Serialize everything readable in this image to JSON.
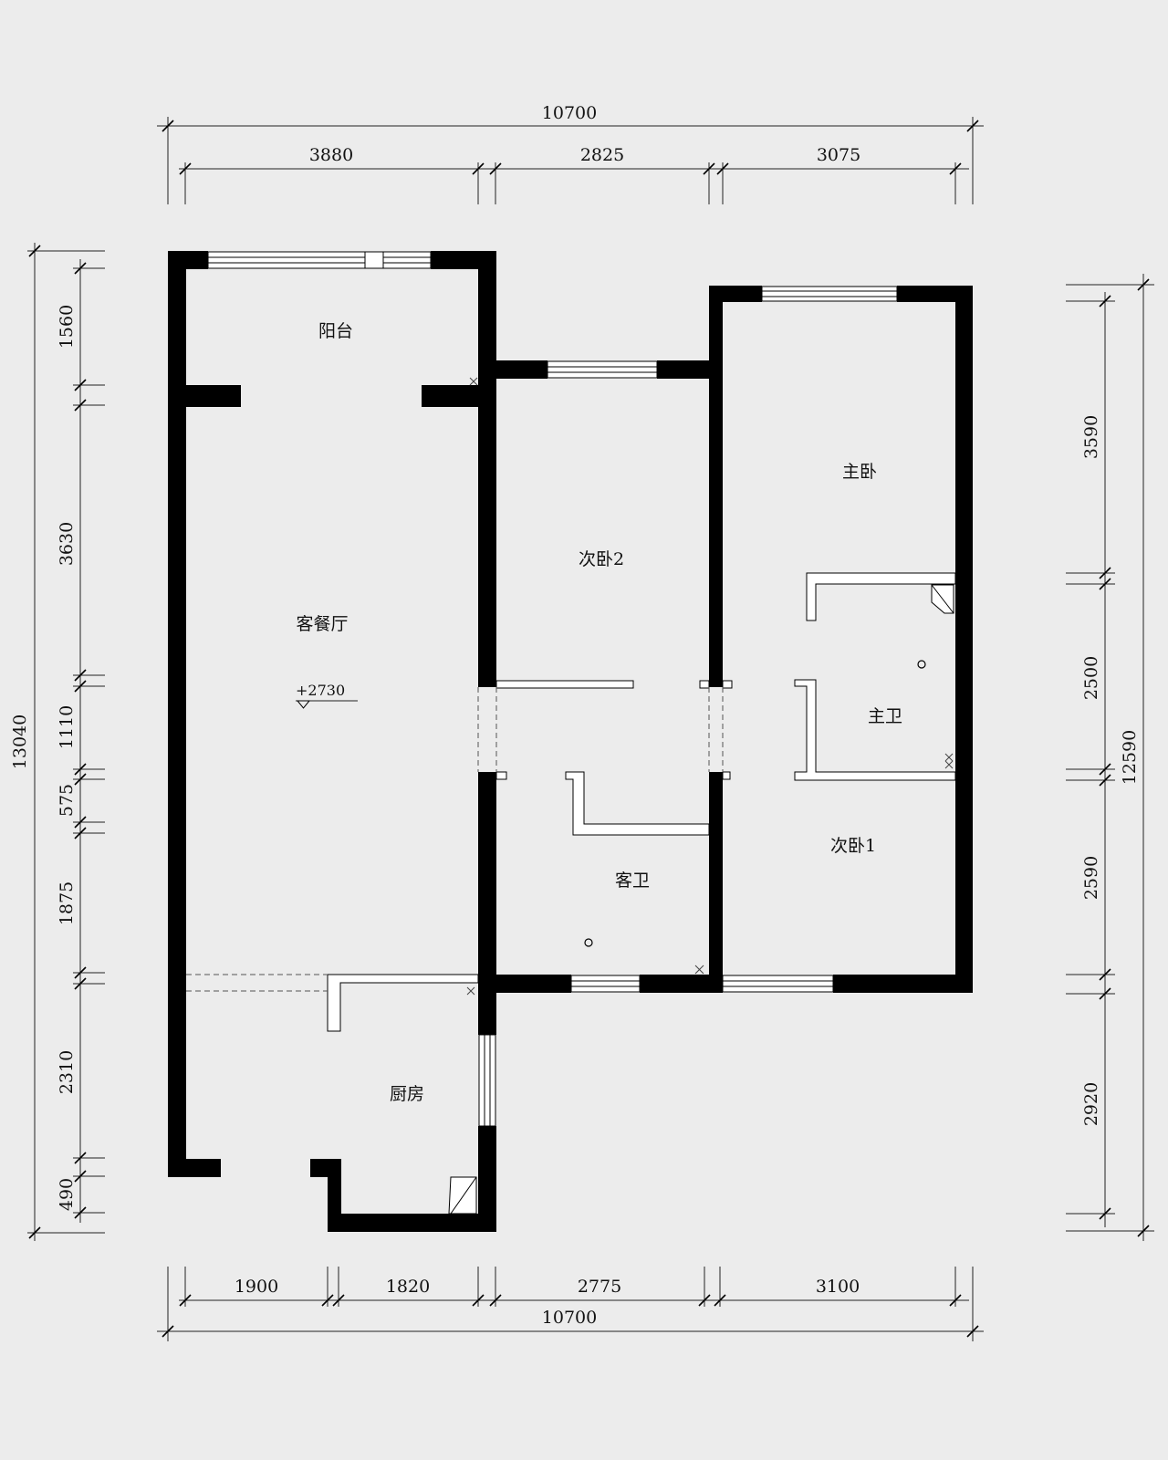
{
  "dimensions": {
    "top_total": "10700",
    "top_segments": [
      "3880",
      "2825",
      "3075"
    ],
    "bottom_segments": [
      "1900",
      "1820",
      "2775",
      "3100"
    ],
    "bottom_total": "10700",
    "left_total": "13040",
    "left_segments": [
      "1560",
      "3630",
      "1110",
      "575",
      "1875",
      "2310",
      "490"
    ],
    "right_total": "12590",
    "right_segments": [
      "3590",
      "2500",
      "2590",
      "2920"
    ]
  },
  "rooms": {
    "balcony": "阳台",
    "living_dining": "客餐厅",
    "bedroom2": "次卧2",
    "master_bedroom": "主卧",
    "master_bath": "主卫",
    "bedroom1": "次卧1",
    "guest_bath": "客卫",
    "kitchen": "厨房"
  },
  "elevation": "+2730"
}
